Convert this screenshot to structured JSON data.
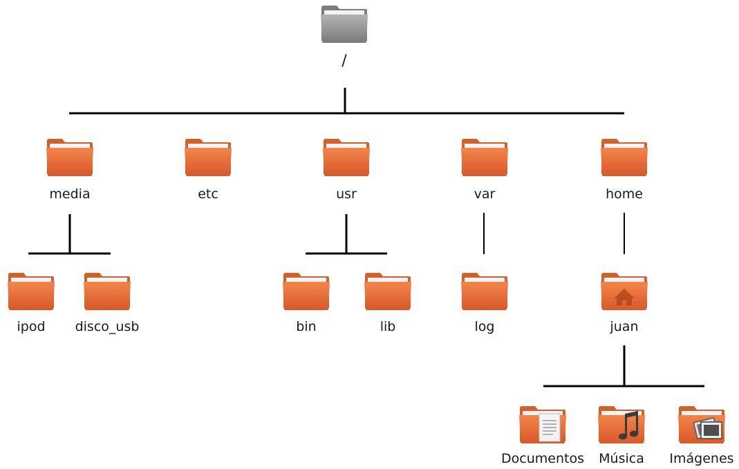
{
  "root": {
    "label": "/",
    "icon": "grey-folder-icon"
  },
  "level1": [
    {
      "id": "media",
      "label": "media",
      "icon": "folder-icon"
    },
    {
      "id": "etc",
      "label": "etc",
      "icon": "folder-icon"
    },
    {
      "id": "usr",
      "label": "usr",
      "icon": "folder-icon"
    },
    {
      "id": "var",
      "label": "var",
      "icon": "folder-icon"
    },
    {
      "id": "home",
      "label": "home",
      "icon": "folder-icon"
    }
  ],
  "media_children": [
    {
      "id": "ipod",
      "label": "ipod",
      "icon": "folder-icon"
    },
    {
      "id": "disco_usb",
      "label": "disco_usb",
      "icon": "folder-icon"
    }
  ],
  "usr_children": [
    {
      "id": "bin",
      "label": "bin",
      "icon": "folder-icon"
    },
    {
      "id": "lib",
      "label": "lib",
      "icon": "folder-icon"
    }
  ],
  "var_children": [
    {
      "id": "log",
      "label": "log",
      "icon": "folder-icon"
    }
  ],
  "home_children": [
    {
      "id": "juan",
      "label": "juan",
      "icon": "home-folder-icon"
    }
  ],
  "juan_children": [
    {
      "id": "documentos",
      "label": "Documentos",
      "icon": "documents-folder-icon"
    },
    {
      "id": "musica",
      "label": "Música",
      "icon": "music-folder-icon"
    },
    {
      "id": "imagenes",
      "label": "Imágenes",
      "icon": "pictures-folder-icon"
    }
  ],
  "colors": {
    "folder_orange": "#e8743b",
    "folder_orange_dark": "#c9531f",
    "folder_grey": "#8e8e8e",
    "line": "#000000"
  }
}
